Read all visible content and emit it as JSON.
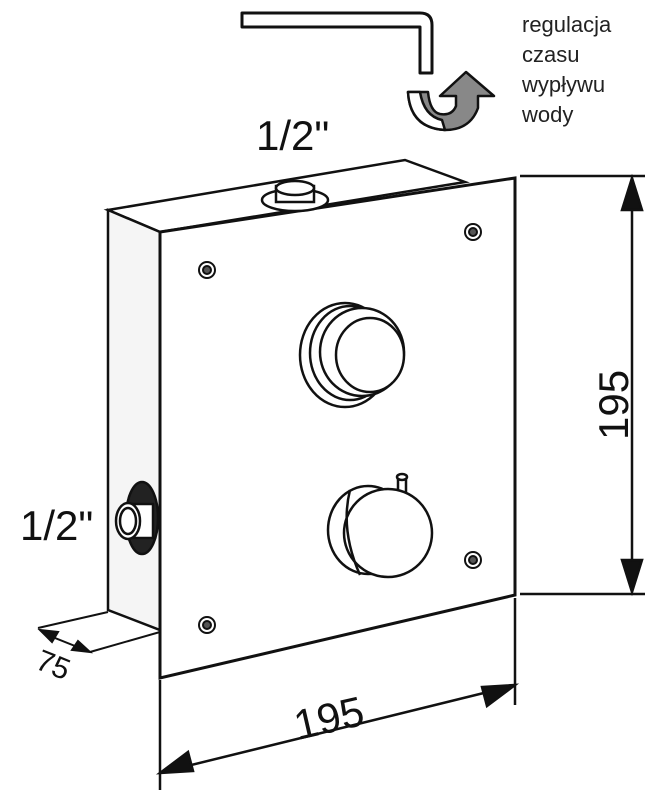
{
  "labels": {
    "top_connection": "1/2\"",
    "side_connection": "1/2\"",
    "height": "195",
    "width": "195",
    "depth": "75"
  },
  "note": {
    "line1": "regulacja",
    "line2": "czasu",
    "line3": "wypływu",
    "line4": "wody"
  },
  "colors": {
    "stroke": "#111111",
    "panel": "#ffffff",
    "side": "#f4f4f4",
    "arrow_grey": "#888888"
  },
  "icons": {
    "hex_key": "hex-key-icon",
    "rotation": "rotation-arrow-icon"
  }
}
